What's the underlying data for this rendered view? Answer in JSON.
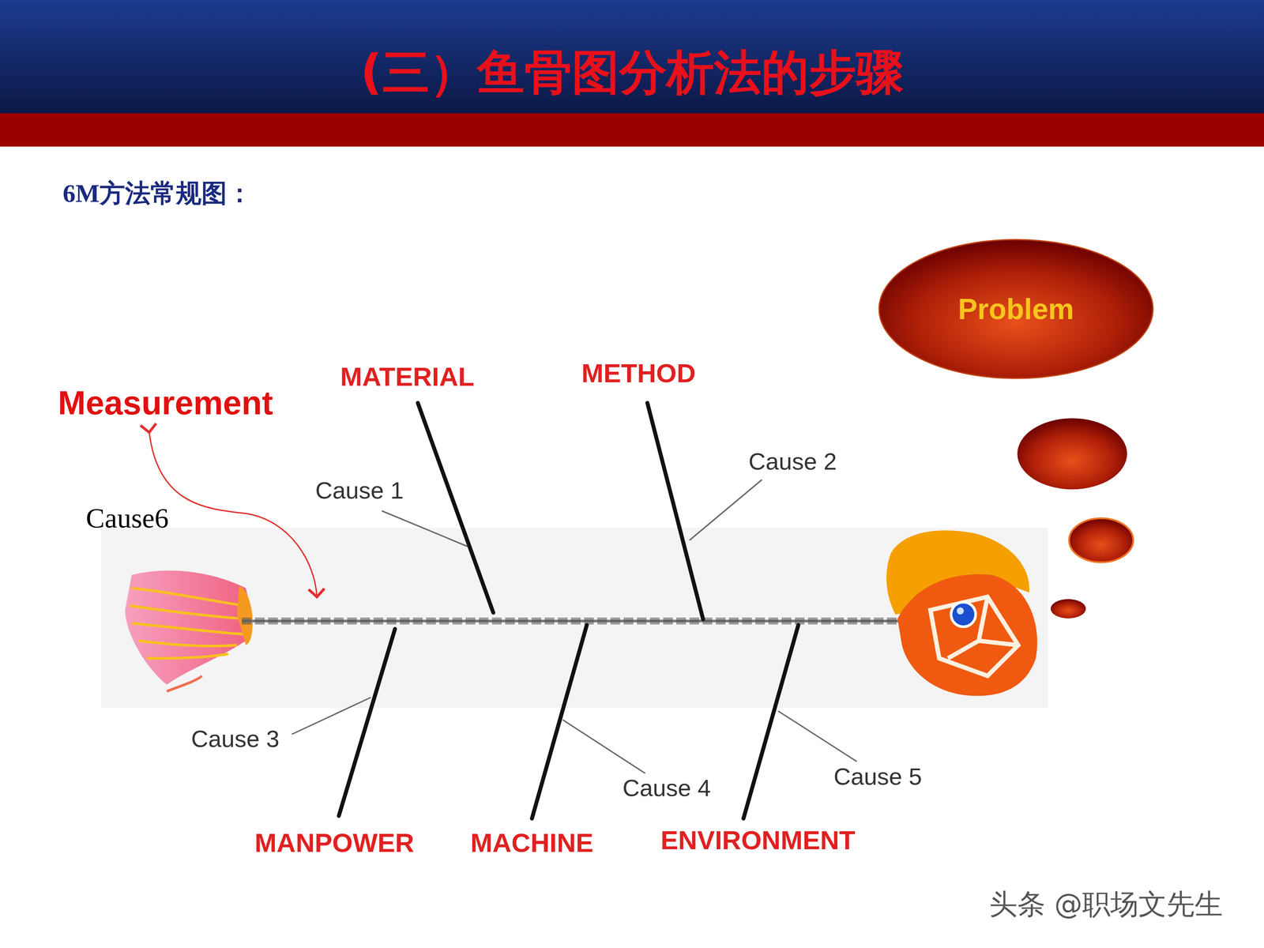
{
  "diagram": {
    "title": "(三）鱼骨图分析法的步骤",
    "nodes": [
      {
        "text": [
          "Problem"
        ]
      }
    ],
    "labels": [
      "6M方法常规图：",
      "Measurement",
      "MATERIAL",
      "METHOD",
      "Cause 2",
      "Cause 1",
      "Cause6",
      "Cause 3",
      "Cause 4",
      "Cause 5",
      "MANPOWER",
      "MACHINE",
      "ENVIRONMENT",
      "头条 @职场文先生"
    ]
  }
}
